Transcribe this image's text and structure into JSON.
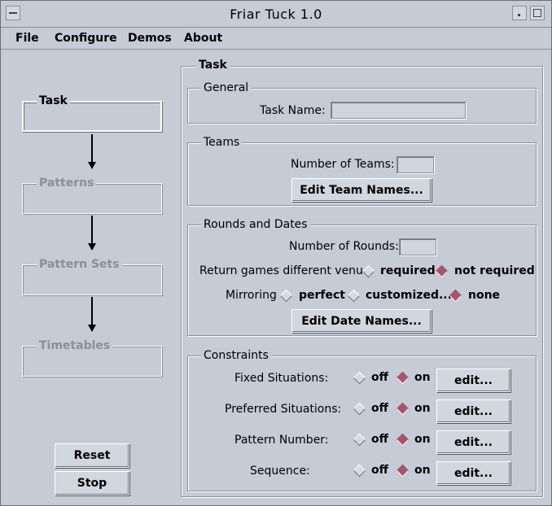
{
  "window": {
    "title": "Friar Tuck 1.0"
  },
  "menu": {
    "file": "File",
    "configure": "Configure",
    "demos": "Demos",
    "about": "About"
  },
  "workflow": {
    "steps": [
      {
        "label": "Task"
      },
      {
        "label": "Patterns"
      },
      {
        "label": "Pattern Sets"
      },
      {
        "label": "Timetables"
      }
    ],
    "reset_label": "Reset",
    "stop_label": "Stop"
  },
  "panel": {
    "title": "Task",
    "general": {
      "title": "General",
      "task_name_label": "Task Name:",
      "task_name_value": ""
    },
    "teams": {
      "title": "Teams",
      "number_label": "Number of Teams:",
      "number_value": "",
      "edit_button": "Edit Team Names..."
    },
    "rounds": {
      "title": "Rounds and Dates",
      "number_label": "Number of Rounds:",
      "number_value": "",
      "return_label": "Return games different venue",
      "return_options": [
        "required",
        "not required"
      ],
      "return_selected": "not required",
      "mirroring_label": "Mirroring",
      "mirroring_options": [
        "perfect",
        "customized...",
        "none"
      ],
      "mirroring_selected": "none",
      "edit_button": "Edit Date Names..."
    },
    "constraints": {
      "title": "Constraints",
      "off_label": "off",
      "on_label": "on",
      "edit_label": "edit...",
      "rows": [
        {
          "label": "Fixed Situations:",
          "selected": "on"
        },
        {
          "label": "Preferred Situations:",
          "selected": "on"
        },
        {
          "label": "Pattern Number:",
          "selected": "on"
        },
        {
          "label": "Sequence:",
          "selected": "on"
        }
      ]
    }
  },
  "colors": {
    "background": "#c6cbd6",
    "radio_selected": "#b0506a",
    "disabled_text": "#8a8f9b"
  }
}
